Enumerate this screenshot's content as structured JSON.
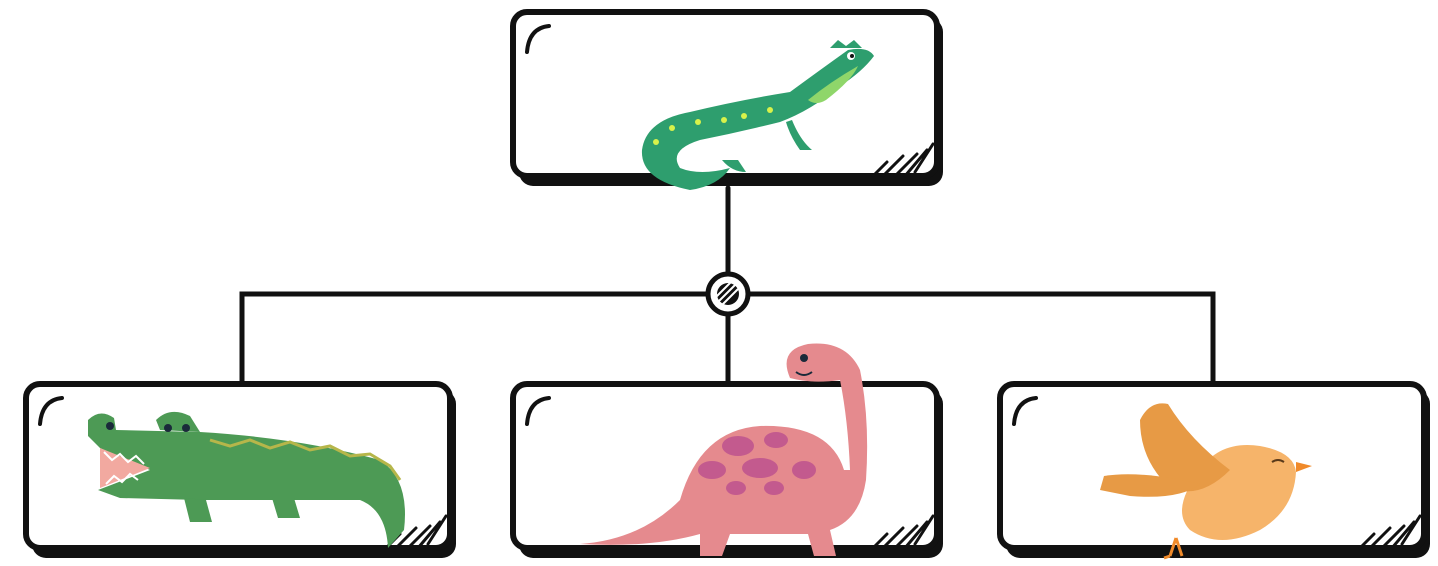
{
  "diagram": {
    "type": "tree",
    "root": {
      "id": "lizard",
      "illustration": "lizard-icon"
    },
    "junction": {
      "illustration": "hatched-circle-icon"
    },
    "children": [
      {
        "id": "crocodile",
        "illustration": "crocodile-icon"
      },
      {
        "id": "dinosaur",
        "illustration": "dinosaur-icon"
      },
      {
        "id": "bird",
        "illustration": "bird-icon"
      }
    ]
  },
  "colors": {
    "outline": "#111111",
    "lizard_body": "#2e9e6e",
    "lizard_belly": "#8fd66a",
    "lizard_spots": "#d8f24a",
    "crocodile_body": "#4d9a55",
    "crocodile_scales": "#b6b64a",
    "crocodile_mouth": "#f2a9a0",
    "dinosaur_body": "#e58a8e",
    "dinosaur_spots": "#c35a8e",
    "bird_body": "#f6b46a",
    "bird_wing": "#e79a45",
    "bird_beak": "#f08a2a"
  }
}
